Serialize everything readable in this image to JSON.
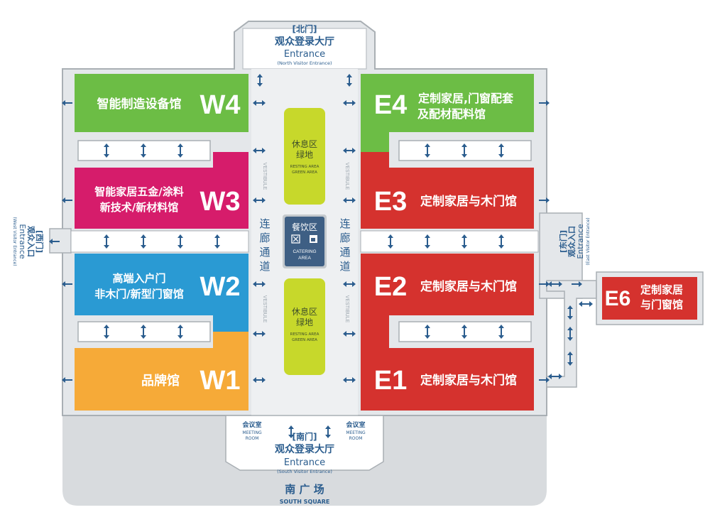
{
  "colors": {
    "w4": "#6cbd45",
    "w3": "#d61c6b",
    "w2": "#2a9ad3",
    "w1": "#f6aa38",
    "east": "#d5322e",
    "rest": "#c7d82b",
    "catering": "#3e5f84",
    "frame": "#a9afb4",
    "floor": "#d8dbde",
    "text_blue": "#2b5d8e"
  },
  "halls": {
    "w4": {
      "code": "W4",
      "line1": "智能制造设备馆",
      "line2": ""
    },
    "w3": {
      "code": "W3",
      "line1": "智能家居五金/涂料",
      "line2": "新技术/新材料馆"
    },
    "w2": {
      "code": "W2",
      "line1": "高端入户门",
      "line2": "非木门/新型门窗馆"
    },
    "w1": {
      "code": "W1",
      "line1": "品牌馆",
      "line2": ""
    },
    "e4": {
      "code": "E4",
      "line1": "定制家居,门窗配套",
      "line2": "及配材配料馆"
    },
    "e3": {
      "code": "E3",
      "line1": "定制家居与木门馆",
      "line2": ""
    },
    "e2": {
      "code": "E2",
      "line1": "定制家居与木门馆",
      "line2": ""
    },
    "e1": {
      "code": "E1",
      "line1": "定制家居与木门馆",
      "line2": ""
    },
    "e6": {
      "code": "E6",
      "line1": "定制家居",
      "line2": "与门窗馆"
    }
  },
  "entrances": {
    "north": {
      "gate": "[北门]",
      "hall": "观众登录大厅",
      "en": "Entrance",
      "sub": "(North Visitor Entrance)"
    },
    "south": {
      "gate": "[南门]",
      "hall": "观众登录大厅",
      "en": "Entrance",
      "sub": "(South Visitor Entrance)"
    },
    "west": {
      "gate": "[西门]",
      "hall": "观众入口",
      "en": "Entrance",
      "sub": "(West Visitor Entrance)"
    },
    "east": {
      "gate": "[东门]",
      "hall": "观众入口",
      "en": "Entrance",
      "sub": "(East Visitor Entrance)"
    }
  },
  "rest_areas": {
    "top": {
      "zh1": "休息区",
      "zh2": "绿地",
      "en1": "RESTING AREA",
      "en2": "GREEN AREA"
    },
    "bottom": {
      "zh1": "休息区",
      "zh2": "绿地",
      "en1": "RESTING AREA",
      "en2": "GREEN AREA"
    }
  },
  "catering": {
    "zh": "餐饮区",
    "en1": "CATERING",
    "en2": "AREA"
  },
  "corridor": {
    "left": [
      "连",
      "廊",
      "通",
      "道"
    ],
    "right": [
      "连",
      "廊",
      "通",
      "道"
    ],
    "vestibule": "VESTIBULE"
  },
  "meeting": {
    "left": {
      "zh": "会议室",
      "en1": "MEETING",
      "en2": "ROOM"
    },
    "right": {
      "zh": "会议室",
      "en1": "MEETING",
      "en2": "ROOM"
    }
  },
  "square": {
    "zh": "南 广 场",
    "en": "SOUTH  SQUARE"
  }
}
